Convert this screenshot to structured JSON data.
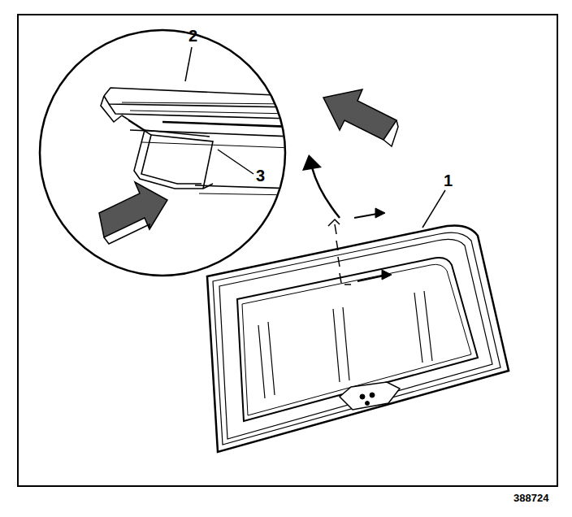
{
  "diagram": {
    "labels": [
      "2",
      "3",
      "1",
      "388724"
    ]
  }
}
